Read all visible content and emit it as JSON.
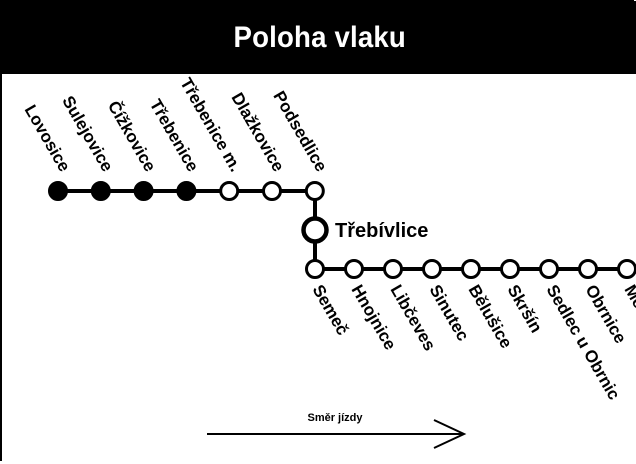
{
  "header": {
    "title": "Poloha vlaku"
  },
  "current_station": "Třebívlice",
  "direction_label": "Směr jízdy",
  "colors": {
    "visited": "#000000",
    "upcoming": "#ffffff",
    "line": "#000000",
    "header_bg": "#000000",
    "header_text": "#ffffff"
  },
  "stations_before": [
    {
      "name": "Lovosice",
      "visited": true
    },
    {
      "name": "Sulejovice",
      "visited": true
    },
    {
      "name": "Čížkovice",
      "visited": true
    },
    {
      "name": "Třebenice",
      "visited": true
    },
    {
      "name": "Třebenice m.",
      "visited": false
    },
    {
      "name": "Dlažkovice",
      "visited": false
    },
    {
      "name": "Podsedlice",
      "visited": false
    }
  ],
  "stations_after": [
    {
      "name": "Semeč",
      "visited": false
    },
    {
      "name": "Hnojnice",
      "visited": false
    },
    {
      "name": "Libčeves",
      "visited": false
    },
    {
      "name": "Sinutec",
      "visited": false
    },
    {
      "name": "Bělušice",
      "visited": false
    },
    {
      "name": "Skršín",
      "visited": false
    },
    {
      "name": "Sedlec u Obrnic",
      "visited": false
    },
    {
      "name": "Obrnice",
      "visited": false
    },
    {
      "name": "Most",
      "visited": false
    }
  ]
}
